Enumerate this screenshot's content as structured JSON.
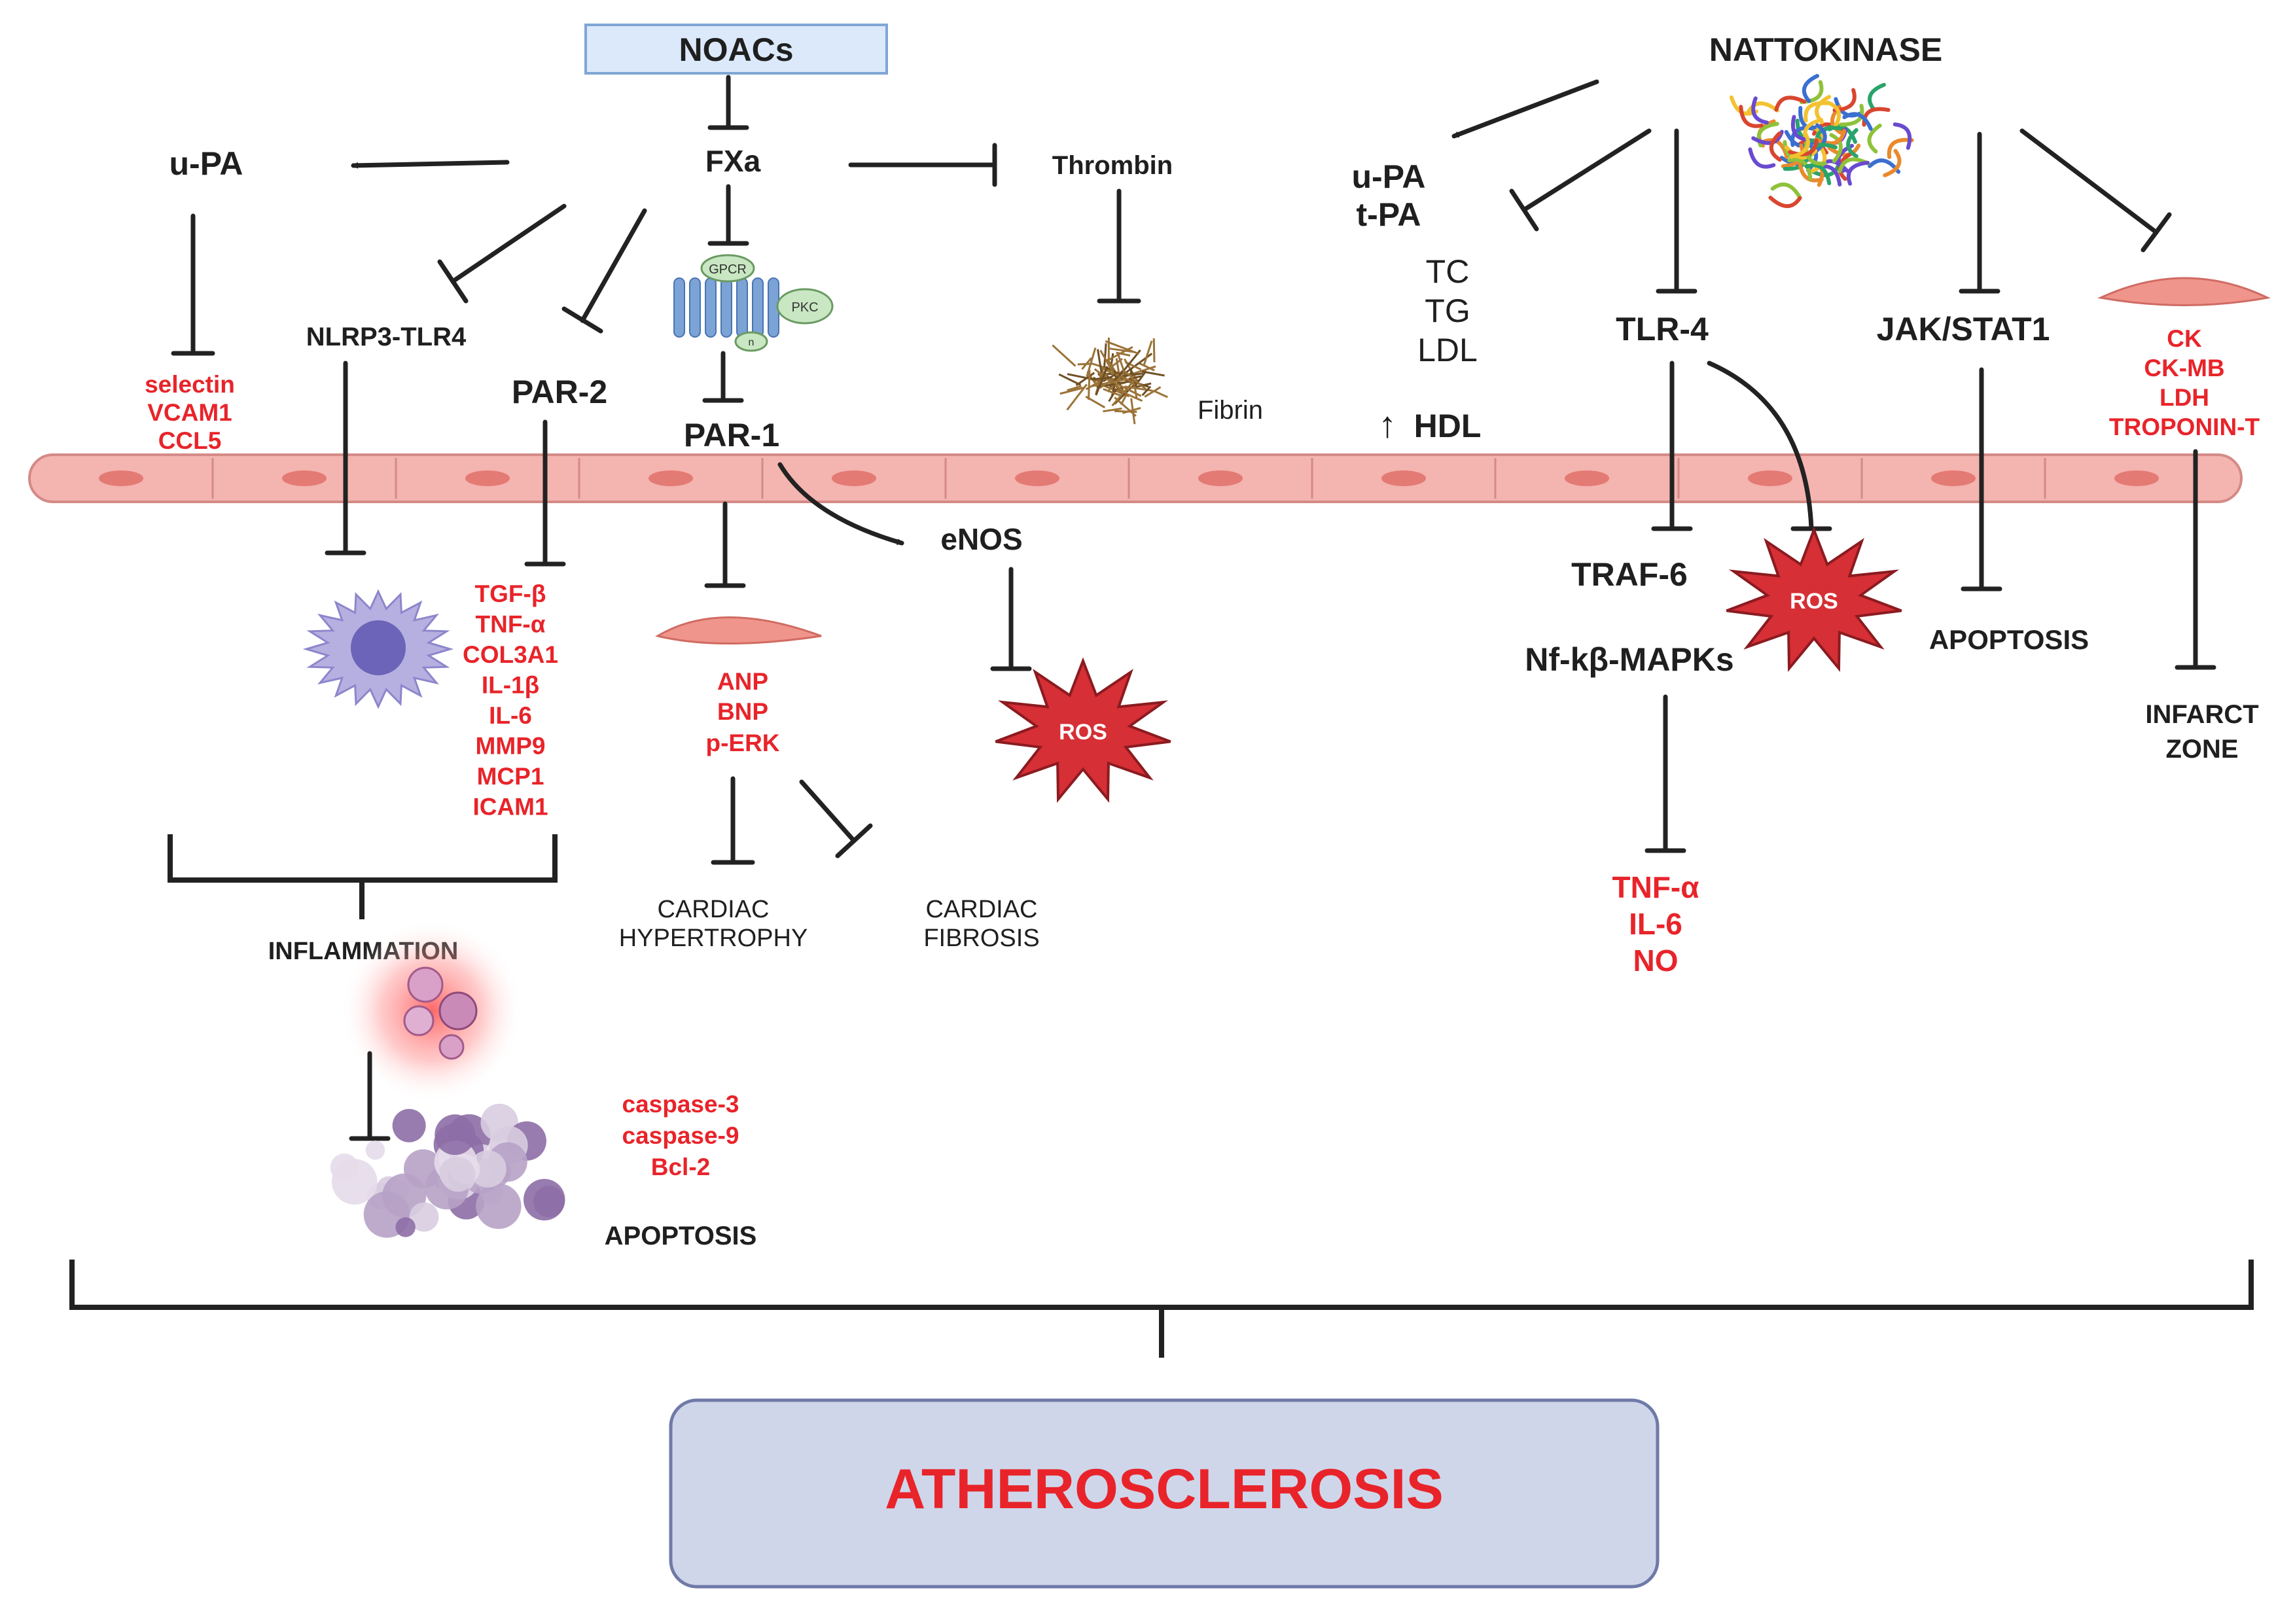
{
  "colors": {
    "accent_red": "#e8242a",
    "text_dark": "#1f1f1f",
    "noacs_box": "#dbe9fb",
    "result_box": "#cfd6ea",
    "cell_fill": "#f4b4b0",
    "cell_nucleus": "#e47a74",
    "ros_fill": "#d62f36",
    "macrophage": "#b5b0e0",
    "fibrin": "#9b7338"
  },
  "icons": [
    "gpcr-receptor-icon",
    "fibrin-mesh-icon",
    "nattokinase-protein-icon",
    "macrophage-icon",
    "apoptotic-cells-icon",
    "inflammation-cells-icon",
    "cardiomyocyte-icon",
    "ros-burst-icon",
    "endothelium-cells-icon"
  ],
  "noacs": {
    "label": "NOACs",
    "fxa": "FXa",
    "upa": "u-PA",
    "upa_targets": [
      "selectin",
      "VCAM1",
      "CCL5"
    ],
    "thrombin": "Thrombin",
    "fibrin": "Fibrin",
    "gpcr": {
      "receptor": "GPCR",
      "kinase": "PKC",
      "subunit": "n"
    },
    "nlrp3": "NLRP3-TLR4",
    "par2": "PAR-2",
    "par2_targets": [
      "TGF-β",
      "TNF-α",
      "COL3A1",
      "IL-1β",
      "IL-6",
      "MMP9",
      "MCP1",
      "ICAM1"
    ],
    "par1": "PAR-1",
    "enos": "eNOS",
    "ros": "ROS",
    "par1_targets": [
      "ANP",
      "BNP",
      "p-ERK"
    ],
    "hypertrophy": [
      "CARDIAC",
      "HYPERTROPHY"
    ],
    "fibrosis": [
      "CARDIAC",
      "FIBROSIS"
    ],
    "inflammation": "INFLAMMATION",
    "apoptosis_markers": [
      "caspase-3",
      "caspase-9",
      "Bcl-2"
    ],
    "apoptosis": "APOPTOSIS"
  },
  "nattokinase": {
    "label": "NATTOKINASE",
    "upa": "u-PA",
    "tpa": "t-PA",
    "lipids": [
      "TC",
      "TG",
      "LDL"
    ],
    "hdl_arrow": "↑",
    "hdl": "HDL",
    "tlr4": "TLR-4",
    "traf6": "TRAF-6",
    "ros": "ROS",
    "nfkb": "Nf-kβ-MAPKs",
    "nfkb_targets": [
      "TNF-α",
      "IL-6",
      "NO"
    ],
    "jak": "JAK/STAT1",
    "apoptosis": "APOPTOSIS",
    "cardiac_markers": [
      "CK",
      "CK-MB",
      "LDH",
      "TROPONIN-T"
    ],
    "infarct": [
      "INFARCT",
      "ZONE"
    ]
  },
  "outcome": "ATHEROSCLEROSIS"
}
